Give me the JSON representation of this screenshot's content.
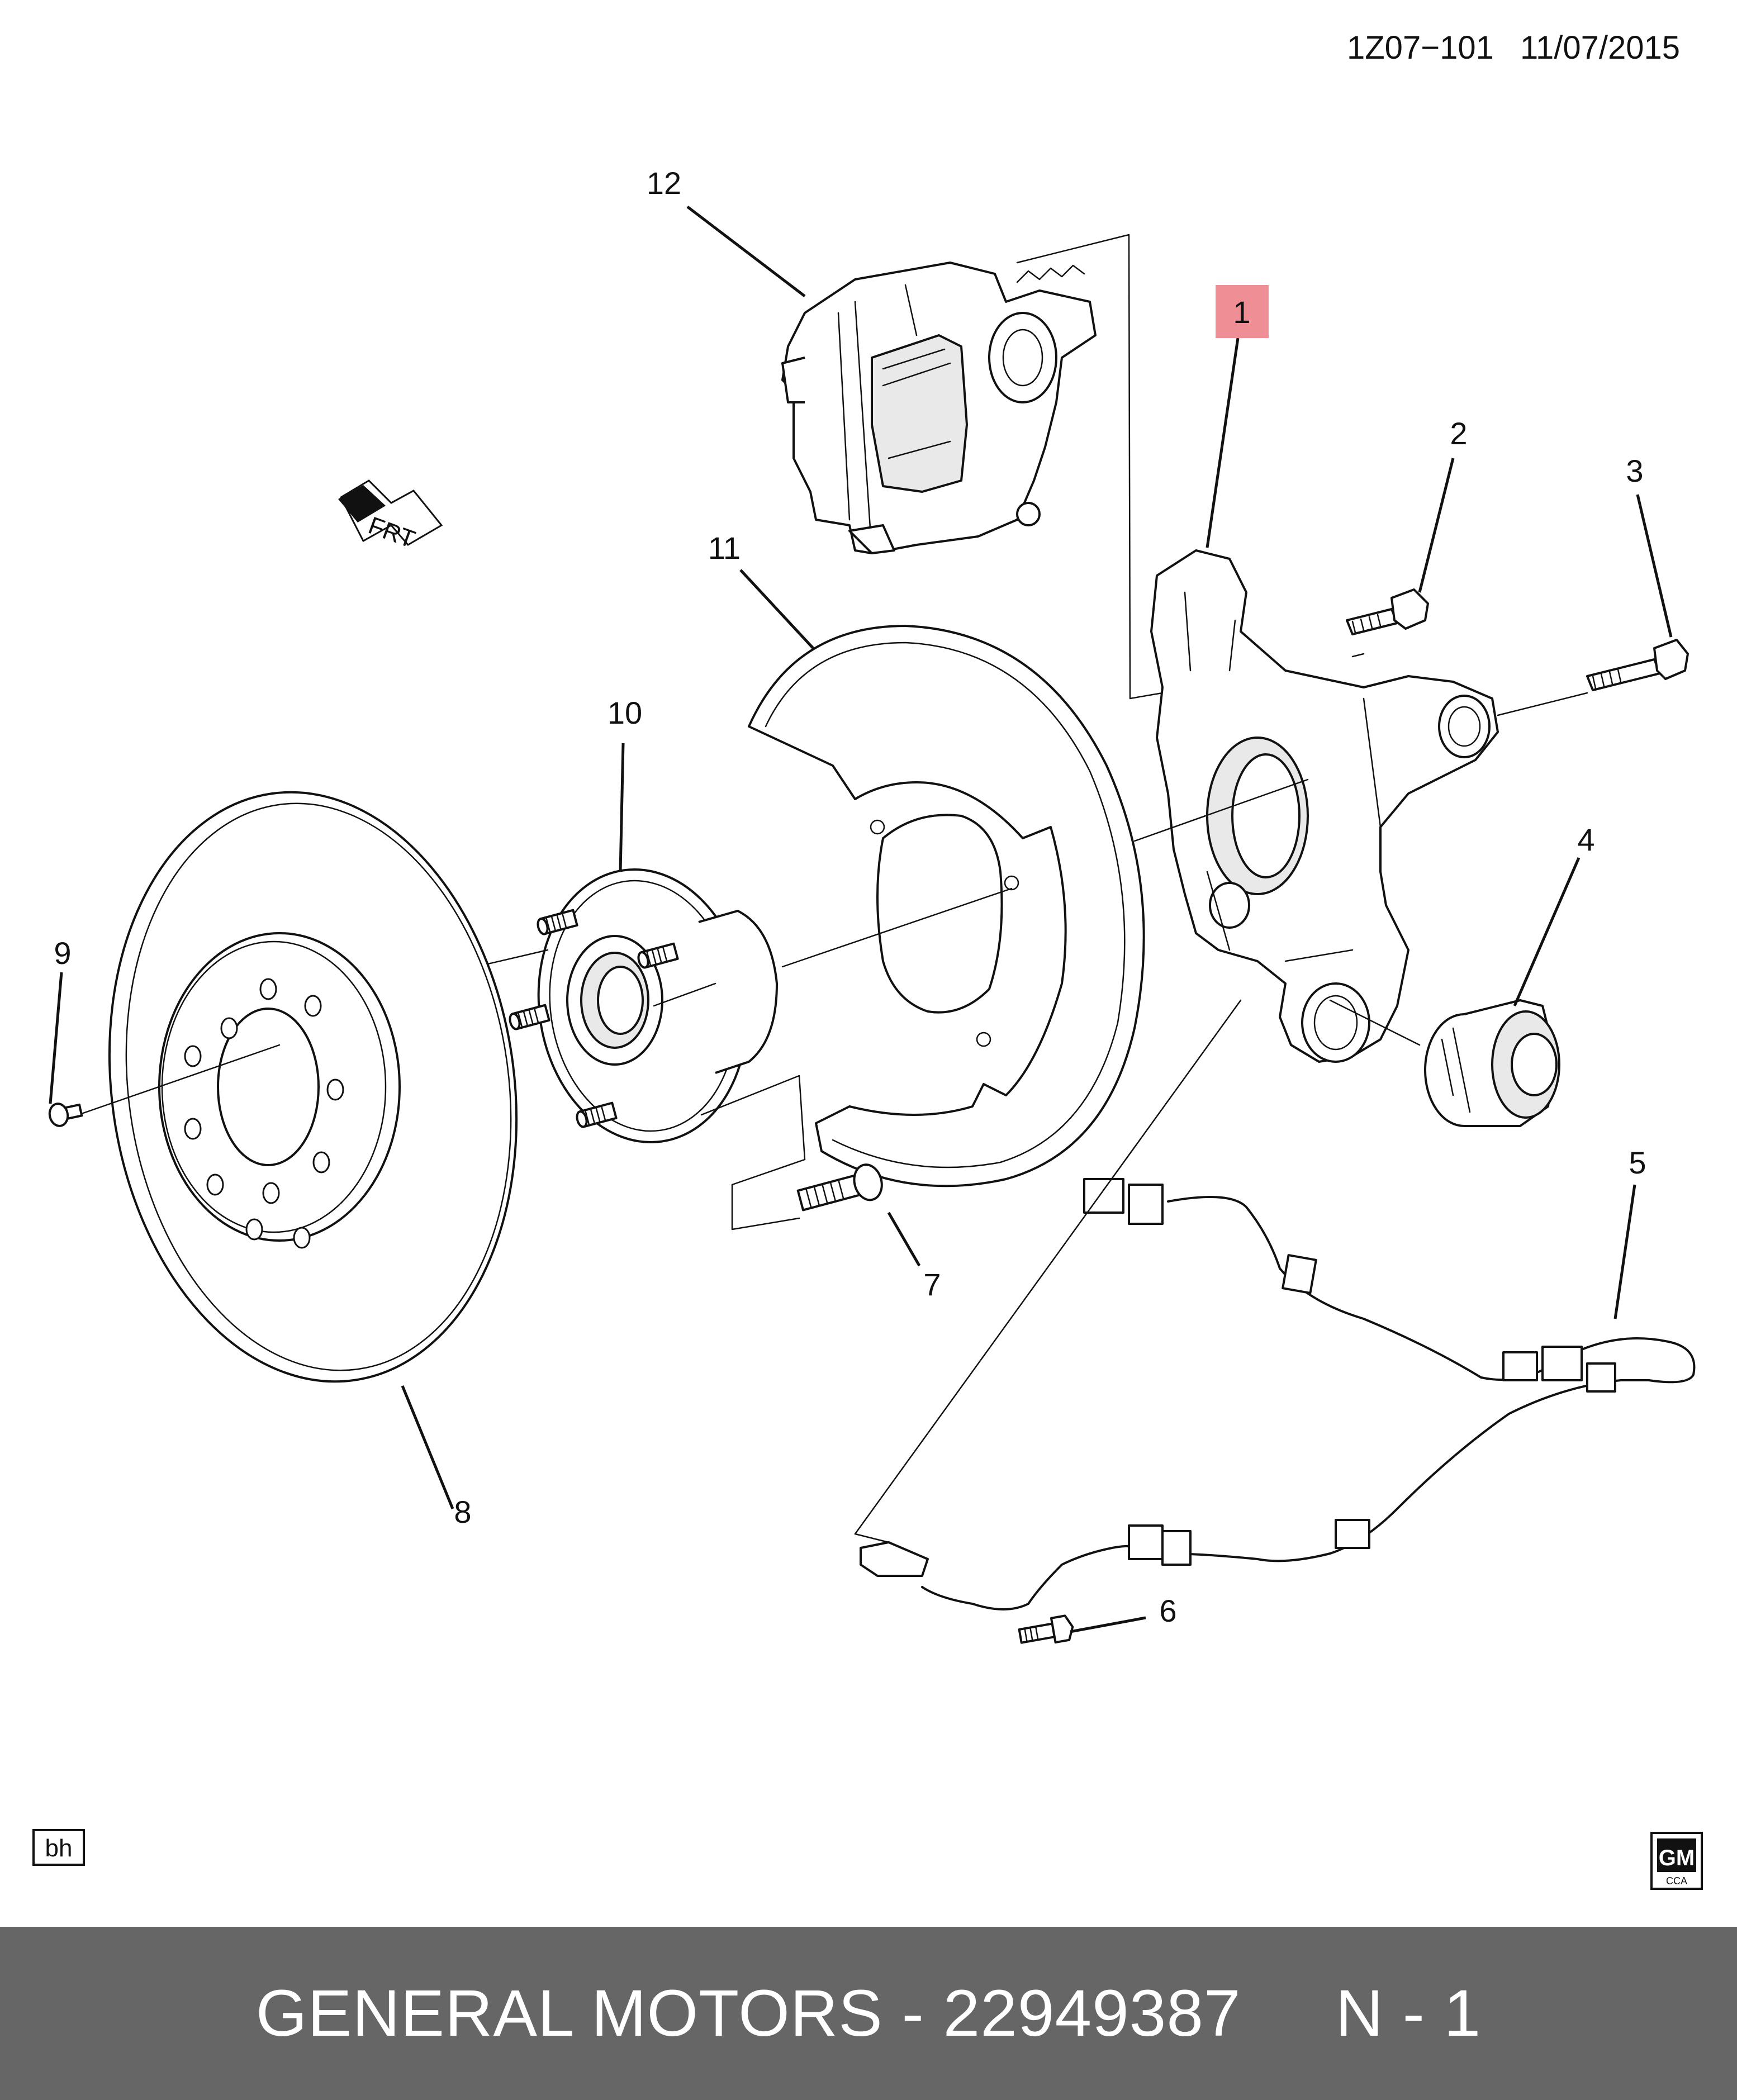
{
  "header": {
    "doc_id": "1Z07−101",
    "date": "11/07/2015"
  },
  "callouts": {
    "c1": "1",
    "c2": "2",
    "c3": "3",
    "c4": "4",
    "c5": "5",
    "c6": "6",
    "c7": "7",
    "c8": "8",
    "c9": "9",
    "c10": "10",
    "c11": "11",
    "c12": "12"
  },
  "direction_label": "FRT",
  "bottom_left_tag": "bh",
  "logo": {
    "text": "GM",
    "subtext": "CCA"
  },
  "footer": {
    "text": "GENERAL MOTORS - 22949387     N - 1"
  },
  "colors": {
    "highlight": "#f08e96",
    "footer_bg": "#666666",
    "footer_text": "#ffffff"
  }
}
